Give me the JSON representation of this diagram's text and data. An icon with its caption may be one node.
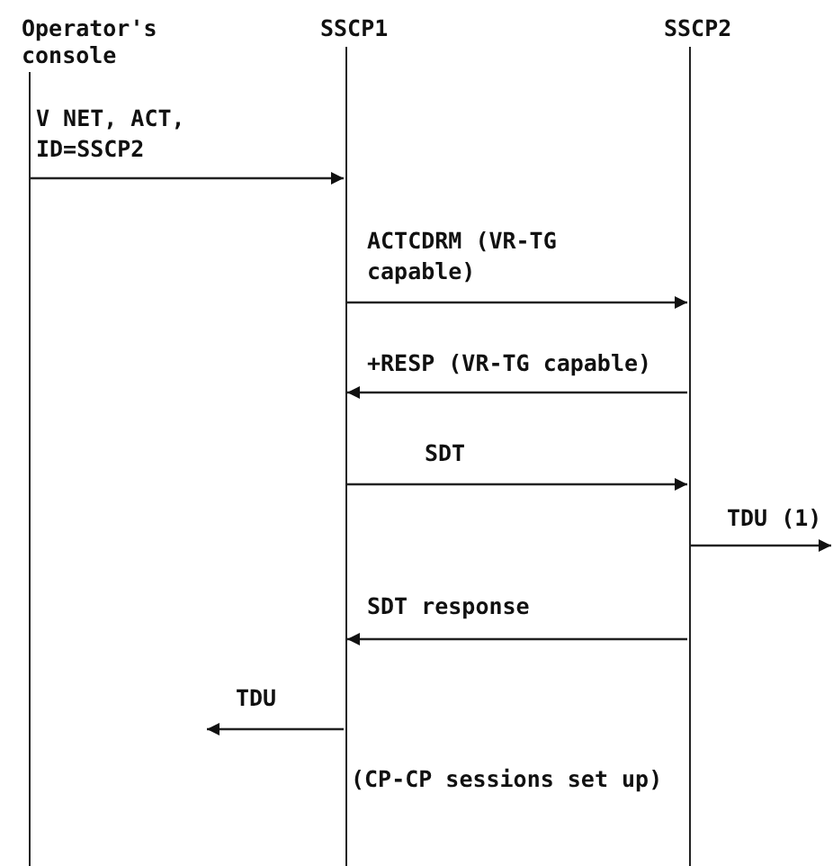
{
  "diagram": {
    "nodes": [
      {
        "text": [
          "Operator's console"
        ]
      },
      {
        "text": [
          "SSCP1"
        ]
      },
      {
        "text": [
          "SSCP2"
        ]
      }
    ],
    "edges": [
      {
        "from": 0,
        "to": 1,
        "arrow": "to",
        "label": "V NET, ACT, ID=SSCP2"
      },
      {
        "from": 1,
        "to": 2,
        "arrow": "to",
        "label": "ACTCDRM (VR-TG capable)"
      },
      {
        "from": 2,
        "to": 1,
        "arrow": "to",
        "label": "+RESP (VR-TG capable)"
      },
      {
        "from": 1,
        "to": 2,
        "arrow": "to",
        "label": "SDT"
      },
      {
        "from": 2,
        "to": null,
        "arrow": "to",
        "label": "TDU (1)"
      },
      {
        "from": 2,
        "to": 1,
        "arrow": "to",
        "label": "SDT response"
      },
      {
        "from": 1,
        "to": null,
        "arrow": "to",
        "label": "TDU"
      }
    ],
    "labels": [
      "(CP-CP sessions set up)"
    ]
  }
}
